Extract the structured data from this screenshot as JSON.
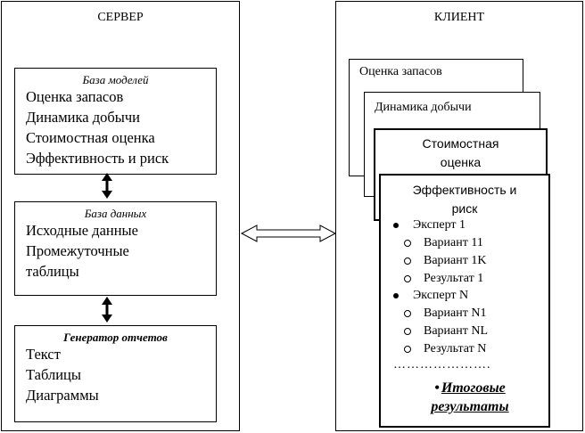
{
  "server": {
    "title": "СЕРВЕР",
    "models": {
      "header": "База моделей",
      "items": [
        "Оценка запасов",
        "Динамика добычи",
        "Стоимостная оценка",
        "Эффективность и риск"
      ]
    },
    "database": {
      "header": "База данных",
      "items": [
        "Исходные данные",
        "Промежуточные",
        "таблицы"
      ]
    },
    "reports": {
      "header": "Генератор отчетов",
      "items": [
        "Текст",
        "Таблицы",
        "Диаграммы"
      ]
    }
  },
  "client": {
    "title": "КЛИЕНТ",
    "cards": [
      {
        "title": "Оценка запасов"
      },
      {
        "title": "Динамика добычи"
      },
      {
        "title": "Стоимостная оценка"
      },
      {
        "title": "Эффективность и риск"
      }
    ],
    "experts": [
      {
        "name": "Эксперт 1",
        "items": [
          "Вариант 11",
          "Вариант 1K",
          "Результат 1"
        ]
      },
      {
        "name": "Эксперт N",
        "items": [
          "Вариант N1",
          "Вариант NL",
          "Результат N"
        ]
      }
    ],
    "dots": "………………….",
    "final": "Итоговые результаты"
  }
}
